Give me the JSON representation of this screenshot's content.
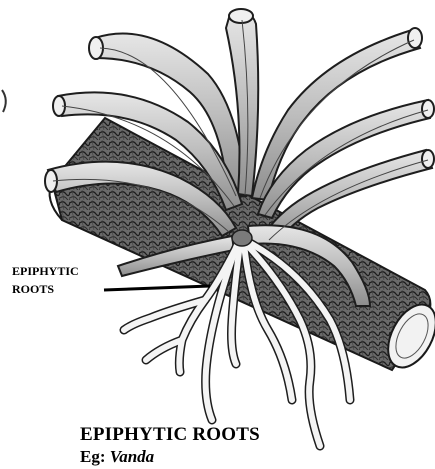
{
  "callout": {
    "line1": "EPIPHYTIC",
    "line2": "ROOTS"
  },
  "caption": {
    "title": "EPIPHYTIC ROOTS",
    "example_prefix": "Eg: ",
    "example_species": "Vanda"
  },
  "colors": {
    "ink": "#222222",
    "leaf_fill": "#cfcfcf",
    "leaf_shade": "#9a9a9a",
    "bark_fill": "#5a5a5a",
    "root_fill": "#f4f4f4",
    "leader_line": "#000000"
  }
}
